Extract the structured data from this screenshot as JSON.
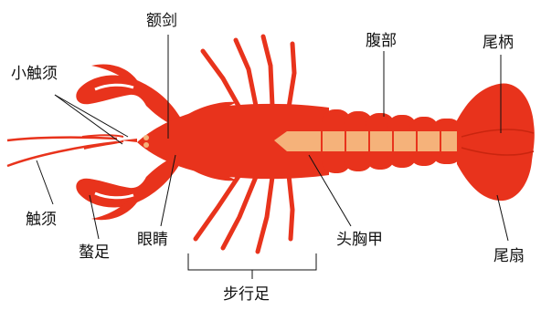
{
  "labels": {
    "antennule": "小触须",
    "rostrum": "额剑",
    "abdomen": "腹部",
    "telson": "尾柄",
    "antenna": "触须",
    "cheliped": "螯足",
    "eye": "眼睛",
    "cephalothorax": "头胸甲",
    "uropod": "尾扇",
    "walking_legs": "步行足"
  },
  "colors": {
    "body": "#e8331c",
    "body_dark": "#c9250f",
    "body_light": "#f2563a",
    "plate": "#f5b27a",
    "background": "#ffffff"
  }
}
